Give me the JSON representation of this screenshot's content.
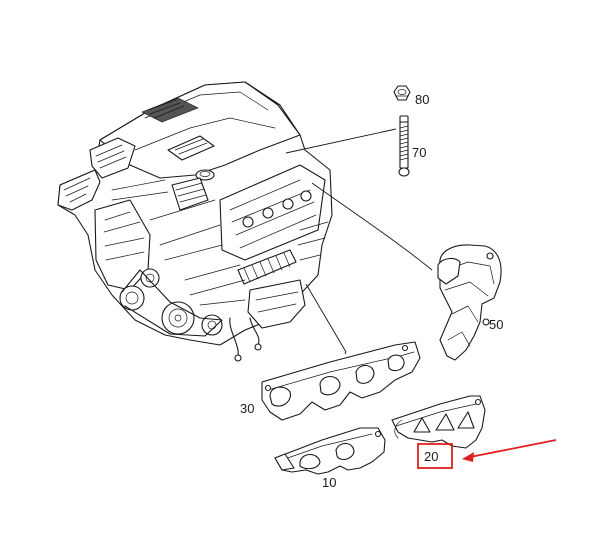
{
  "labels": {
    "p10": "10",
    "p20": "20",
    "p30": "30",
    "p50": "50",
    "p70": "70",
    "p80": "80"
  },
  "colors": {
    "line": "#1a1a1a",
    "highlight": "#e02020",
    "background": "#ffffff"
  }
}
